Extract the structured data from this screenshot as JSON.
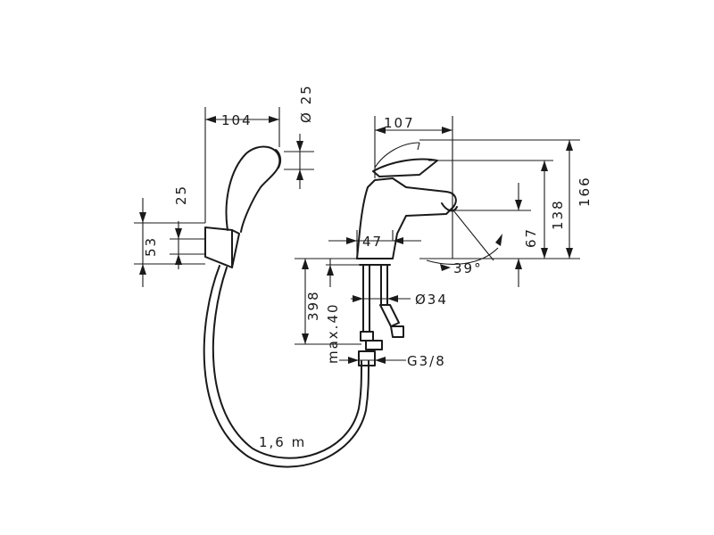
{
  "dimensions": {
    "spray_width": "104",
    "spray_diameter": "Ø 25",
    "holder_height": "25",
    "holder_total": "53",
    "mixer_width": "107",
    "height_166": "166",
    "height_138": "138",
    "spout_height": "67",
    "body_width": "47",
    "spout_angle": "39°",
    "hose_diameter": "Ø34",
    "shank_length": "398",
    "thread_max": "max.40",
    "connection": "G3/8",
    "hose_length": "1,6 m"
  },
  "colors": {
    "line": "#1a1a1a",
    "background": "#ffffff"
  }
}
